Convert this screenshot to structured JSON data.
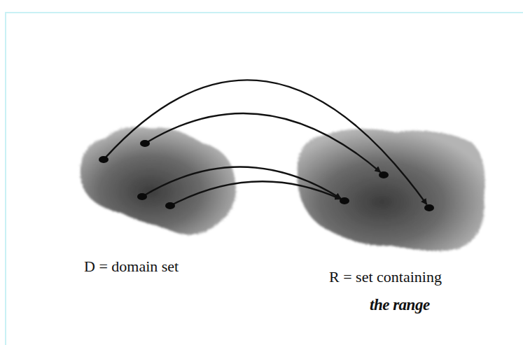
{
  "diagram": {
    "nodes": [
      {
        "text": [
          "D = domain set"
        ]
      },
      {
        "text": [
          "R = set containing",
          "the range"
        ]
      }
    ],
    "edges": [
      {
        "from": 0,
        "to": 1,
        "arrow": "to"
      },
      {
        "from": 0,
        "to": 1,
        "arrow": "to"
      },
      {
        "from": 0,
        "to": 1,
        "arrow": "to"
      },
      {
        "from": 0,
        "to": 1,
        "arrow": "to"
      }
    ]
  }
}
